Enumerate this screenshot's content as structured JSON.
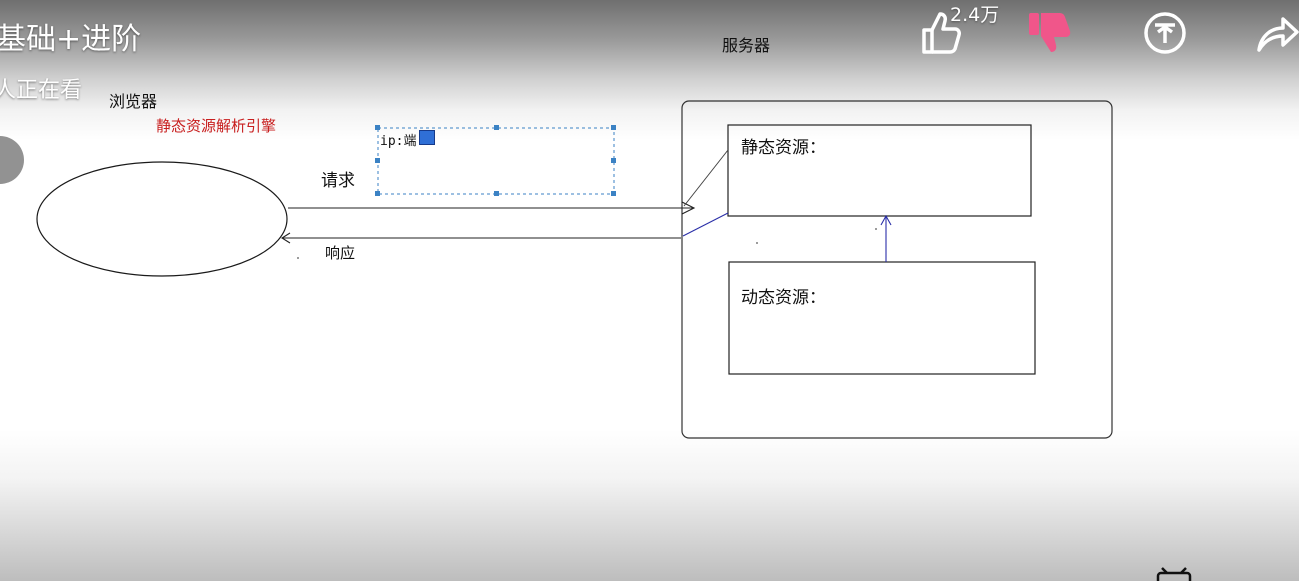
{
  "video": {
    "title": "基础+进阶",
    "viewers": "人正在看"
  },
  "controls": {
    "like_count": "2.4万",
    "icons": [
      "thumbs-up-icon",
      "thumbs-down-icon",
      "coin-icon",
      "share-icon"
    ],
    "dislike_color": "#f0568a"
  },
  "diagram": {
    "server_label": "服务器",
    "browser_label": "浏览器",
    "engine_label": "静态资源解析引擎",
    "request_label": "请求",
    "response_label": "响应",
    "ip_label": "ip:端",
    "static_label": "静态资源：",
    "dynamic_label": "动态资源："
  },
  "colors": {
    "engine_text": "#c81e1e",
    "selection_border": "#3b82c4",
    "internal_arrow": "#2a2fa8"
  }
}
